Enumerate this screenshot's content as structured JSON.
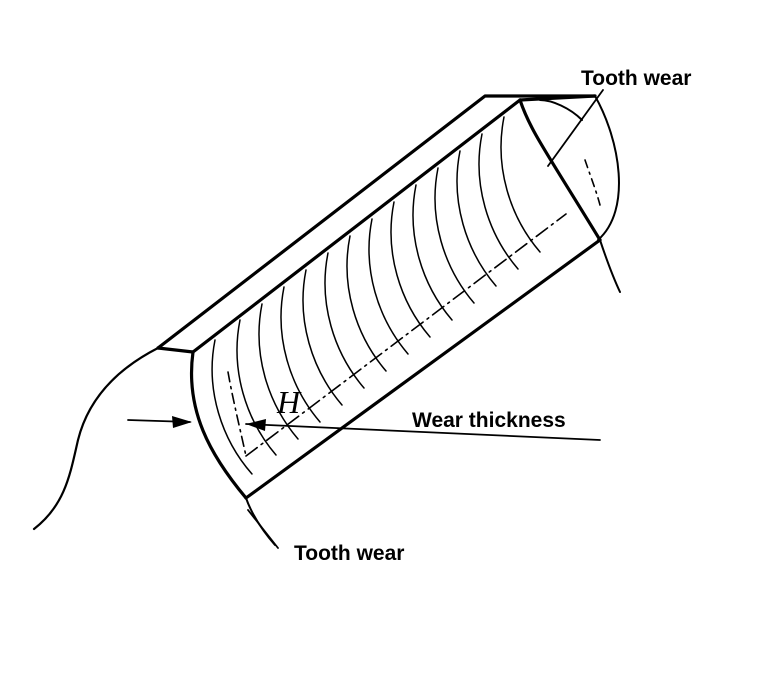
{
  "labels": {
    "tooth_wear_top": "Tooth wear",
    "wear_thickness": "Wear thickness",
    "tooth_wear_bottom": "Tooth wear",
    "dimension_symbol": "H"
  },
  "colors": {
    "ink": "#000000",
    "background": "#ffffff"
  }
}
